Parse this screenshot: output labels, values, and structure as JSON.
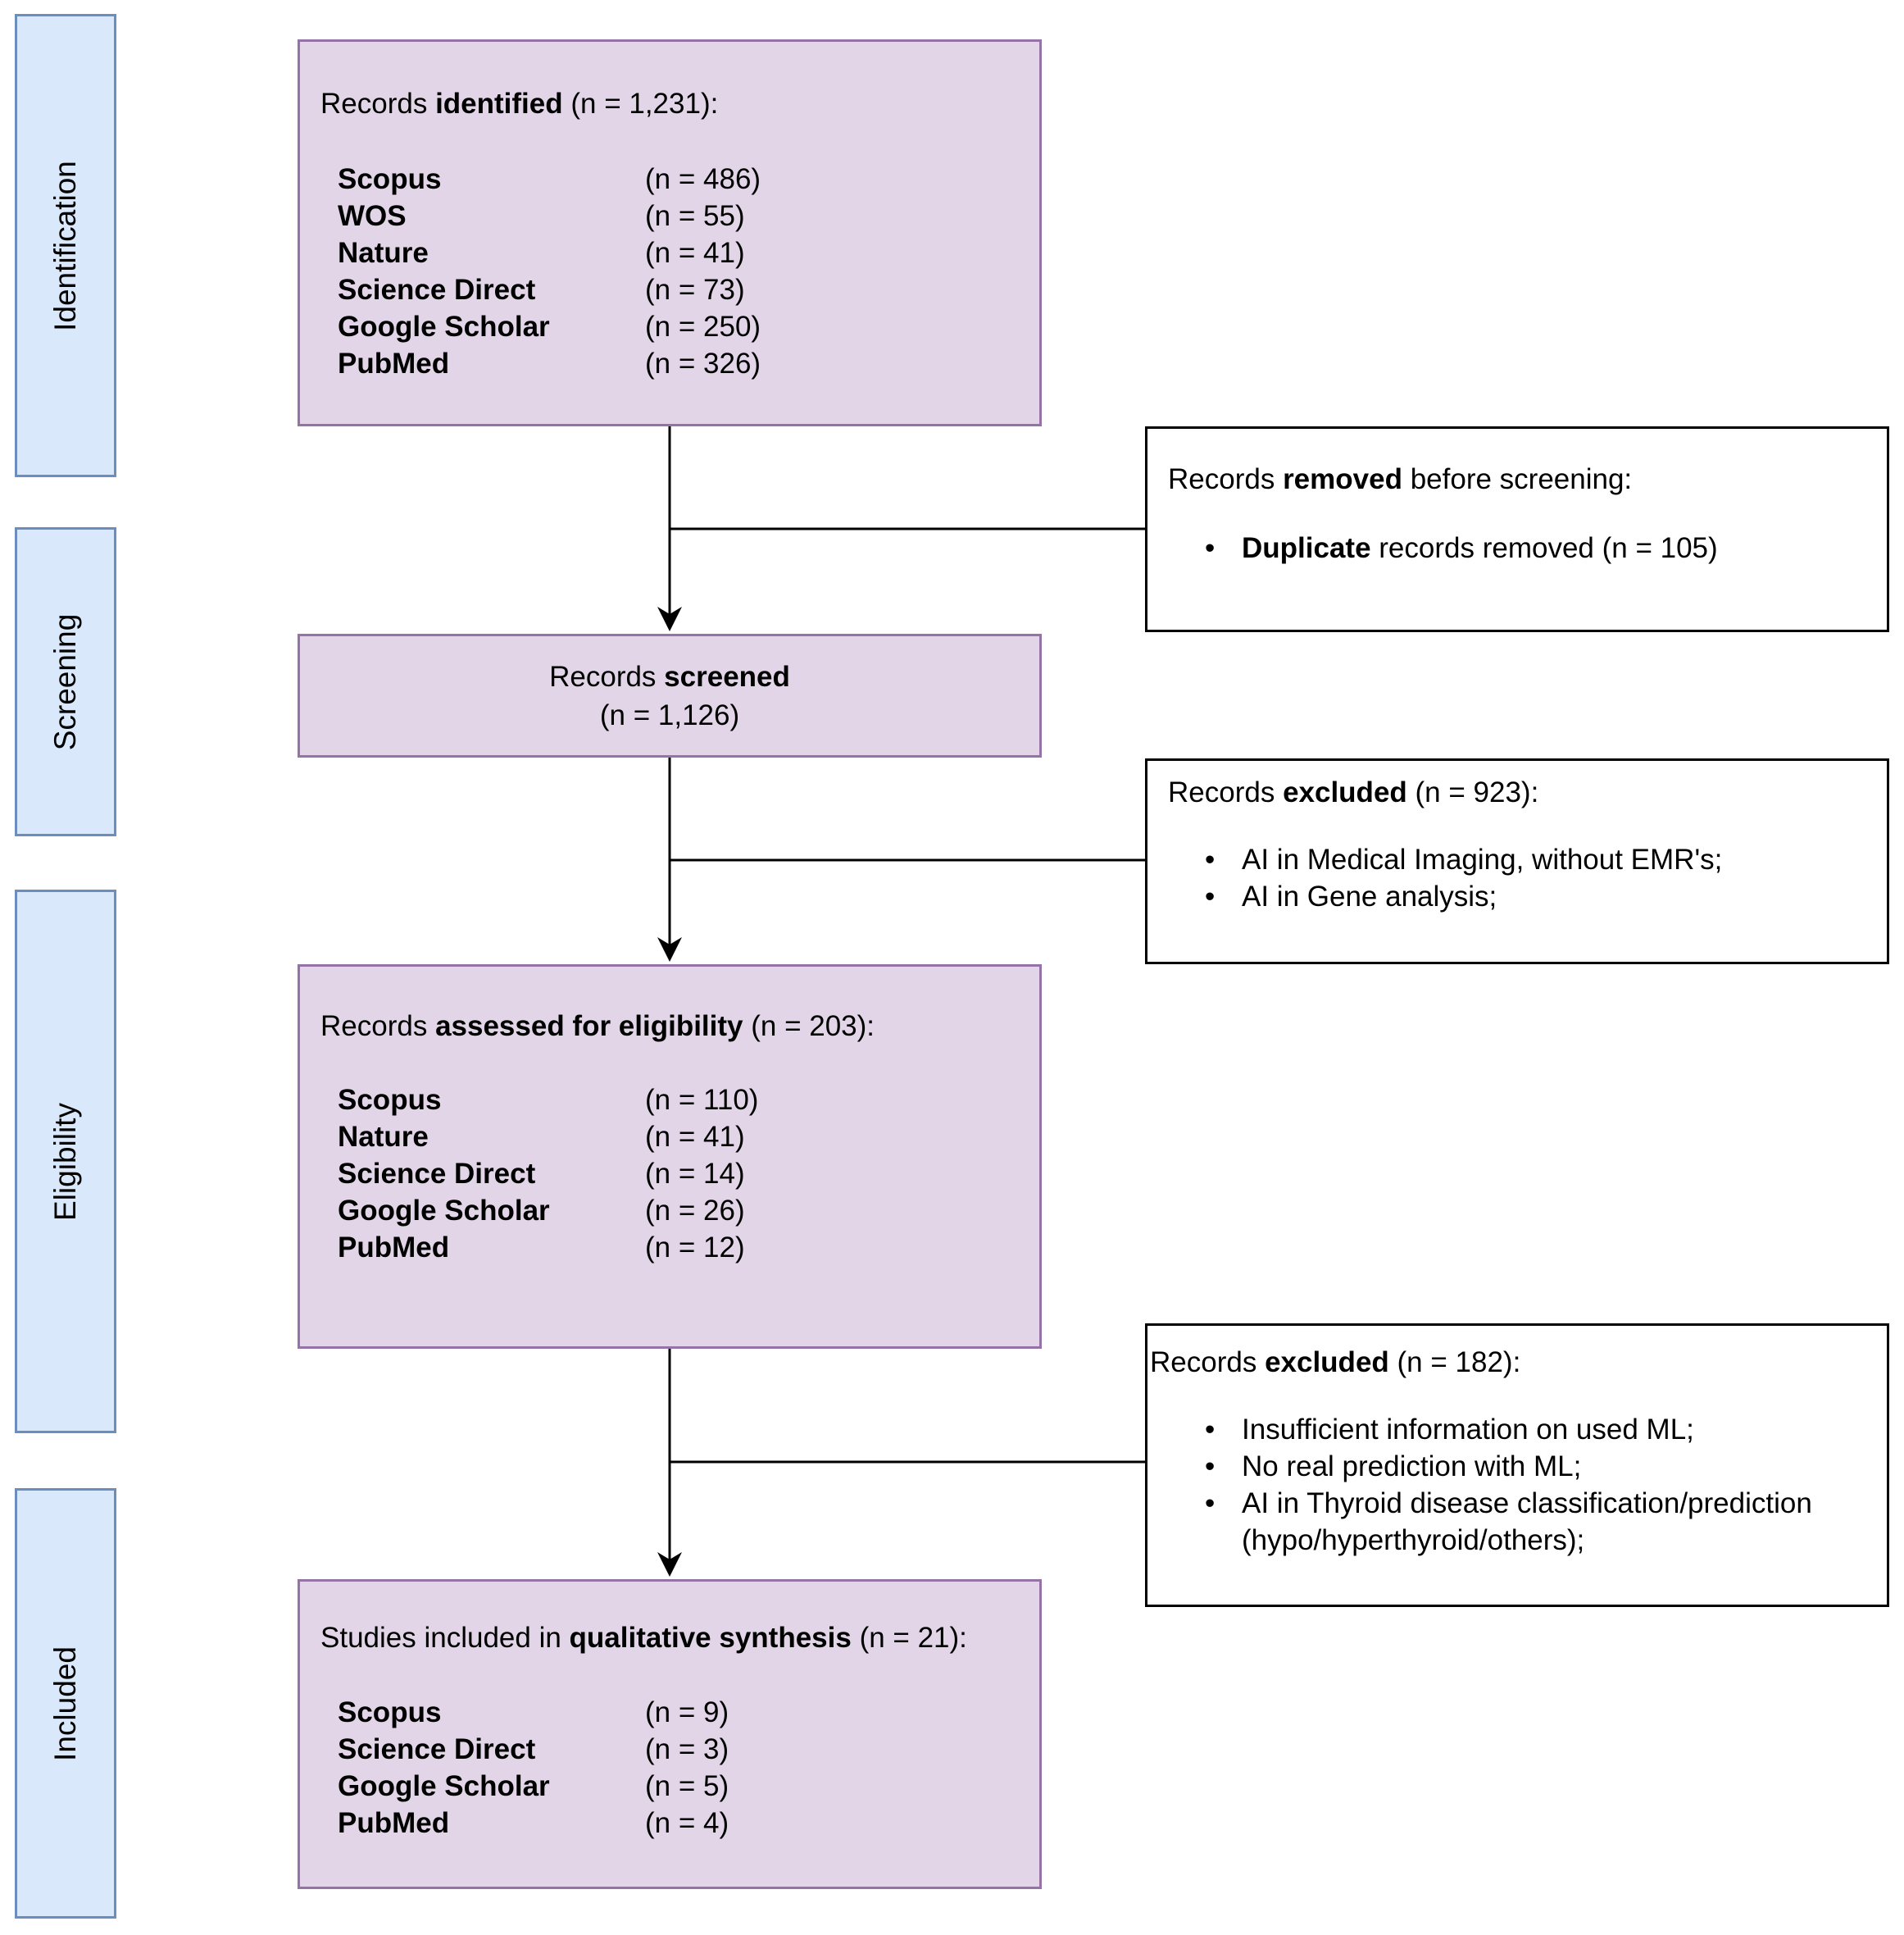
{
  "phases": [
    "Identification",
    "Screening",
    "Eligibility",
    "Included"
  ],
  "identified": {
    "pre": "Records ",
    "bold": "identified",
    "post": " (n = 1,231):",
    "sources": [
      {
        "name": "Scopus",
        "n": "(n = 486)"
      },
      {
        "name": "WOS",
        "n": "(n = 55)"
      },
      {
        "name": "Nature",
        "n": "(n = 41)"
      },
      {
        "name": "Science Direct",
        "n": "(n = 73)"
      },
      {
        "name": "Google Scholar",
        "n": "(n = 250)"
      },
      {
        "name": "PubMed",
        "n": "(n = 326)"
      }
    ]
  },
  "removed": {
    "pre": "Records ",
    "bold": "removed",
    "post": " before screening:",
    "bullets": [
      {
        "bold": "Duplicate",
        "text": " records removed (n = 105)"
      }
    ]
  },
  "screened": {
    "pre": "Records ",
    "bold": "screened",
    "post": "",
    "count": "(n = 1,126)"
  },
  "excluded_screening": {
    "pre": "Records ",
    "bold": "excluded",
    "post": " (n = 923):",
    "bullets": [
      {
        "bold": "",
        "text": "AI in Medical Imaging, without EMR's;"
      },
      {
        "bold": "",
        "text": "AI in Gene analysis;"
      }
    ]
  },
  "eligibility": {
    "pre": "Records ",
    "bold": "assessed for eligibility",
    "post": " (n = 203):",
    "sources": [
      {
        "name": "Scopus",
        "n": "(n = 110)"
      },
      {
        "name": "Nature",
        "n": "(n = 41)"
      },
      {
        "name": "Science Direct",
        "n": "(n = 14)"
      },
      {
        "name": "Google Scholar",
        "n": "(n = 26)"
      },
      {
        "name": "PubMed",
        "n": "(n = 12)"
      }
    ]
  },
  "excluded_eligibility": {
    "pre": "Records ",
    "bold": "excluded",
    "post": " (n = 182):",
    "bullets": [
      {
        "bold": "",
        "text": "Insufficient information on used ML;"
      },
      {
        "bold": "",
        "text": "No real prediction with ML;"
      },
      {
        "bold": "",
        "text": "AI in Thyroid disease classification/prediction (hypo/hyperthyroid/others);"
      }
    ]
  },
  "included": {
    "pre": "Studies included in ",
    "bold": "qualitative synthesis",
    "post": " (n = 21):",
    "sources": [
      {
        "name": "Scopus",
        "n": "(n = 9)"
      },
      {
        "name": "Science Direct",
        "n": "(n = 3)"
      },
      {
        "name": "Google Scholar",
        "n": "(n = 5)"
      },
      {
        "name": "PubMed",
        "n": "(n = 4)"
      }
    ]
  }
}
